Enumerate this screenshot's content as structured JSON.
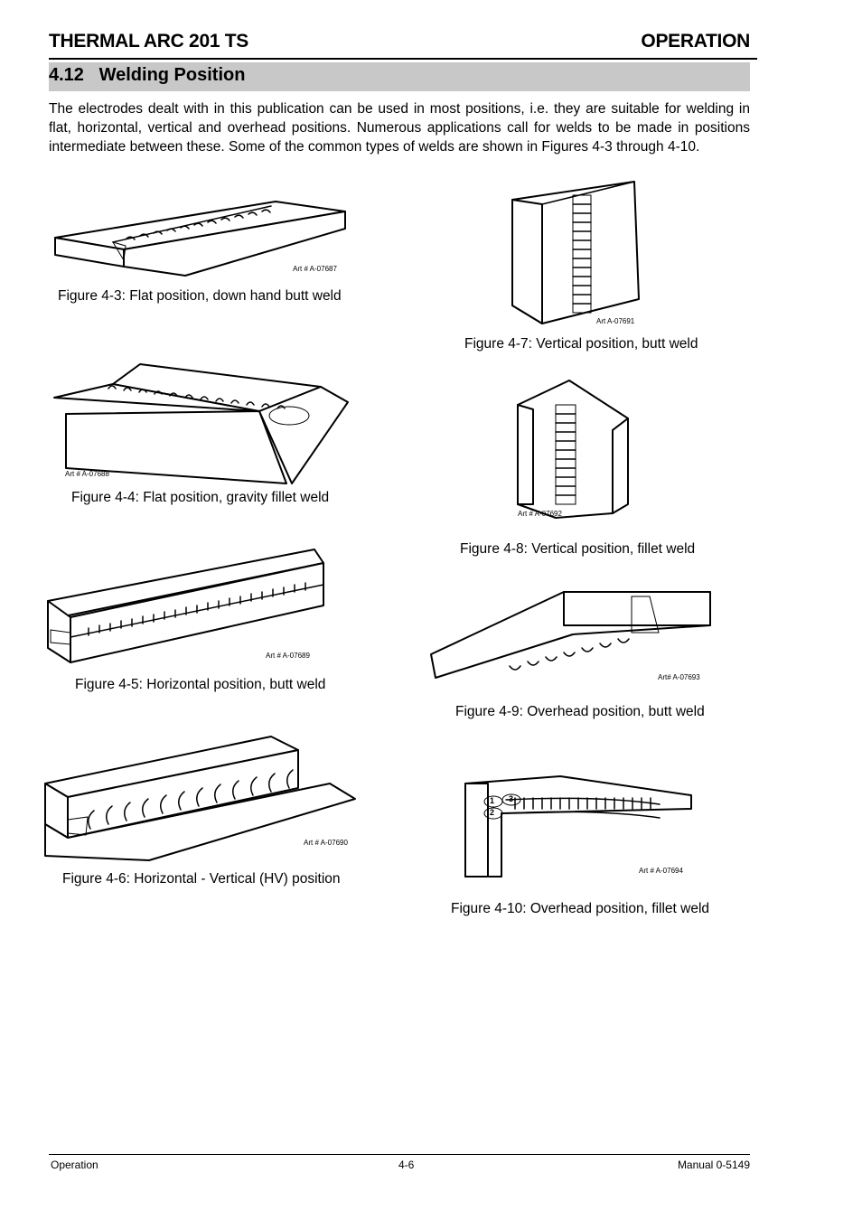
{
  "header": {
    "left": "THERMAL ARC 201 TS",
    "right": "OPERATION"
  },
  "section": {
    "title": "4.12   Welding Position"
  },
  "intro": "The electrodes dealt with in this publication can be used in most positions, i.e. they are suitable for welding in flat, horizontal, vertical and overhead positions. Numerous applications call for welds to be made in positions intermediate between these. Some of the common types of welds are shown in Figures 4-3 through 4-10.",
  "figures": {
    "f3": {
      "caption": "Figure 4-3: Flat position, down hand butt weld",
      "art": "Art # A-07687"
    },
    "f4": {
      "caption": "Figure 4-4: Flat position, gravity fillet weld",
      "art": "Art # A-07688"
    },
    "f5": {
      "caption": "Figure 4-5: Horizontal position, butt weld",
      "art": "Art # A-07689"
    },
    "f6": {
      "caption": "Figure 4-6: Horizontal - Vertical (HV) position",
      "art": "Art # A-07690"
    },
    "f7": {
      "caption": "Figure 4-7: Vertical position, butt weld",
      "art": "Art A-07691"
    },
    "f8": {
      "caption": "Figure 4-8: Vertical position, fillet weld",
      "art": "Art # A-07692"
    },
    "f9": {
      "caption": "Figure 4-9: Overhead position, butt weld",
      "art": "Art# A-07693"
    },
    "f10": {
      "caption": "Figure 4-10: Overhead position, fillet weld",
      "art": "Art # A-07694",
      "bead_labels": [
        "1",
        "2",
        "3"
      ]
    }
  },
  "footer": {
    "left": "Operation",
    "center": "4-6",
    "right": "Manual 0-5149"
  }
}
